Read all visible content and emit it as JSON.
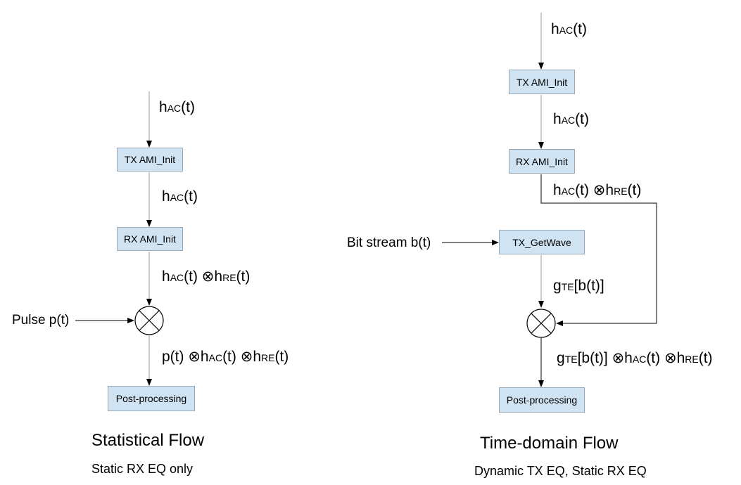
{
  "left": {
    "boxes": {
      "tx_init": "TX AMI_Init",
      "rx_init": "RX AMI_Init",
      "post": "Post-processing"
    },
    "labels": {
      "in1_main": "h",
      "in1_sub": "AC",
      "in1_tail": "(t)",
      "in2_main": "h",
      "in2_sub": "AC",
      "in2_tail": "(t)",
      "in3_a": "h",
      "in3_a_sub": "AC",
      "in3_b": "(t) ⊗h",
      "in3_b_sub": "RE",
      "in3_c": "(t)",
      "out_a": "p(t) ⊗h",
      "out_a_sub": "AC",
      "out_b": "(t) ⊗h",
      "out_b_sub": "RE",
      "out_c": "(t)",
      "pulse": "Pulse p(t)"
    },
    "title": "Statistical Flow",
    "subtitle": "Static RX EQ only"
  },
  "right": {
    "boxes": {
      "tx_init": "TX AMI_Init",
      "rx_init": "RX AMI_Init",
      "getwave": "TX_GetWave",
      "post": "Post-processing"
    },
    "labels": {
      "in1_main": "h",
      "in1_sub": "AC",
      "in1_tail": "(t)",
      "in2_main": "h",
      "in2_sub": "AC",
      "in2_tail": "(t)",
      "in3_a": "h",
      "in3_a_sub": "AC",
      "in3_b": "(t) ⊗h",
      "in3_b_sub": "RE",
      "in3_c": "(t)",
      "bitstream": "Bit stream b(t)",
      "g_a": "g",
      "g_sub": "TE",
      "g_tail": "[b(t)]",
      "out_a": "g",
      "out_a_sub": "TE",
      "out_b": "[b(t)] ⊗h",
      "out_b_sub": "AC",
      "out_c": "(t) ⊗h",
      "out_c_sub": "RE",
      "out_d": "(t)"
    },
    "title": "Time-domain Flow",
    "subtitle": "Dynamic TX EQ, Static RX EQ"
  }
}
